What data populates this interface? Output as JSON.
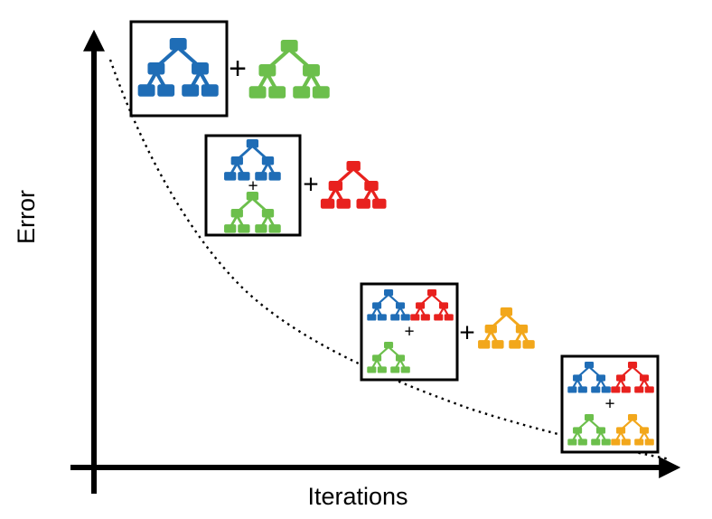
{
  "labels": {
    "y_axis": "Error",
    "x_axis": "Iterations",
    "plus": "+"
  },
  "colors": {
    "blue": "#1f6db6",
    "green": "#6cbf4c",
    "red": "#e8211e",
    "orange": "#f2a71b",
    "axis": "#000000",
    "curve": "#000000"
  },
  "curve": {
    "style": "dotted",
    "trend": "decreasing error over iterations"
  },
  "stages": [
    {
      "box_trees": [
        "blue"
      ],
      "added_tree": "green"
    },
    {
      "box_trees": [
        "blue",
        "green"
      ],
      "added_tree": "red"
    },
    {
      "box_trees": [
        "blue",
        "red",
        "green"
      ],
      "added_tree": "orange"
    },
    {
      "box_trees": [
        "blue",
        "red",
        "green",
        "orange"
      ],
      "added_tree": null
    }
  ]
}
